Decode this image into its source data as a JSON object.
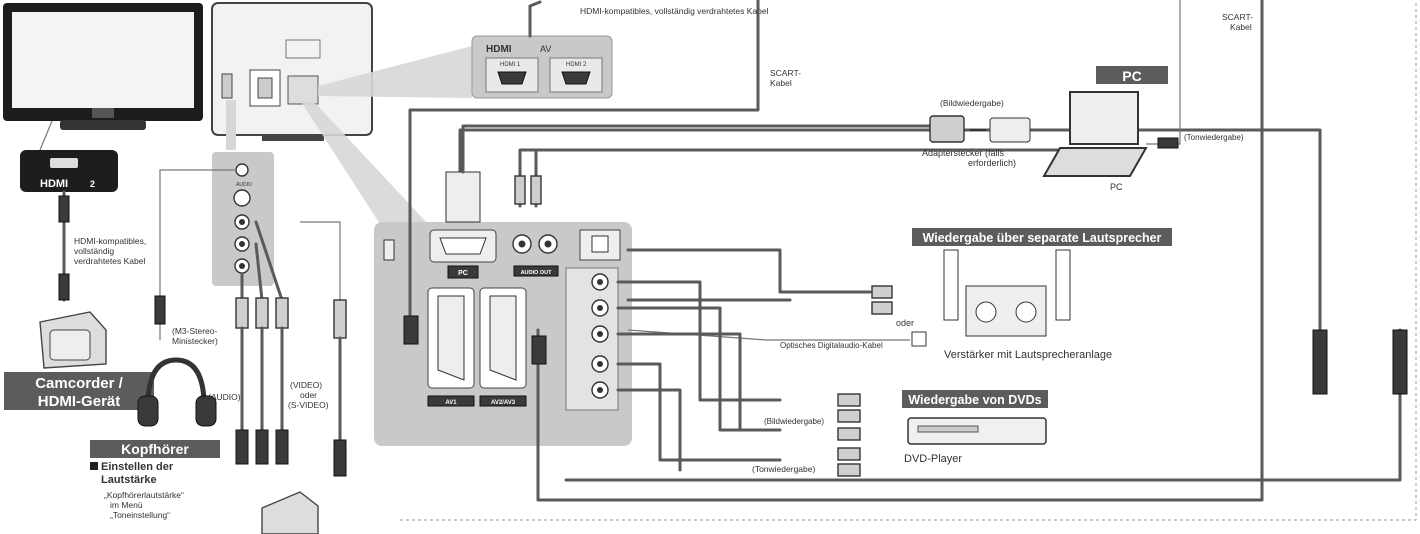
{
  "colors": {
    "panel_gray": "#c9c9c9",
    "label_bg": "#5c5c5c",
    "cable": "#5a5a5a",
    "tv_black": "#1d1d1d"
  },
  "top": {
    "hdmi_cable_top": "HDMI-kompatibles, vollständig verdrahtetes Kabel",
    "scart_right_l1": "SCART-",
    "scart_right_l2": "Kabel",
    "scart_mid_l1": "SCART-",
    "scart_mid_l2": "Kabel"
  },
  "hdmi_panel": {
    "logo": "HDMI",
    "av": "AV",
    "port1": "HDMI 1",
    "port2": "HDMI 2"
  },
  "left": {
    "hdmi_port_label": "HDMI",
    "hdmi_port_num": "2",
    "hdmi_cable_l1": "HDMI-kompatibles,",
    "hdmi_cable_l2": "vollständig",
    "hdmi_cable_l3": "verdrahtetes Kabel",
    "camcorder_l1": "Camcorder /",
    "camcorder_l2": "HDMI-Gerät",
    "stereo_l1": "(M3-Stereo-",
    "stereo_l2": "Ministecker)",
    "audio_label": "(AUDIO)",
    "video_l1": "(VIDEO)",
    "video_l2": "oder",
    "video_l3": "(S-VIDEO)",
    "side_audio": "AUDIO",
    "headphones_title": "Kopfhörer",
    "volume_l1": "Einstellen der",
    "volume_l2": "Lautstärke",
    "menu_l1": "„Kopfhörerlautstärke“",
    "menu_l2": "im Menü",
    "menu_l3": "„Toneinstellung“"
  },
  "rear_panel": {
    "pc_port": "PC",
    "audio_out": "AUDIO OUT",
    "av1": "AV1",
    "av2": "AV2/AV3"
  },
  "pc": {
    "title": "PC",
    "bild": "(Bildwiedergabe)",
    "adapter_l1": "Adapterstecker (falls",
    "adapter_l2": "erforderlich)",
    "caption": "PC",
    "ton": "(Tonwiedergabe)"
  },
  "speakers": {
    "title": "Wiedergabe über separate Lautsprecher",
    "oder": "oder",
    "optical": "Optisches Digitalaudio-Kabel",
    "amp": "Verstärker mit Lautsprecheranlage"
  },
  "dvd": {
    "title": "Wiedergabe von DVDs",
    "bild": "(Bildwiedergabe)",
    "ton": "(Tonwiedergabe)",
    "player": "DVD-Player"
  }
}
